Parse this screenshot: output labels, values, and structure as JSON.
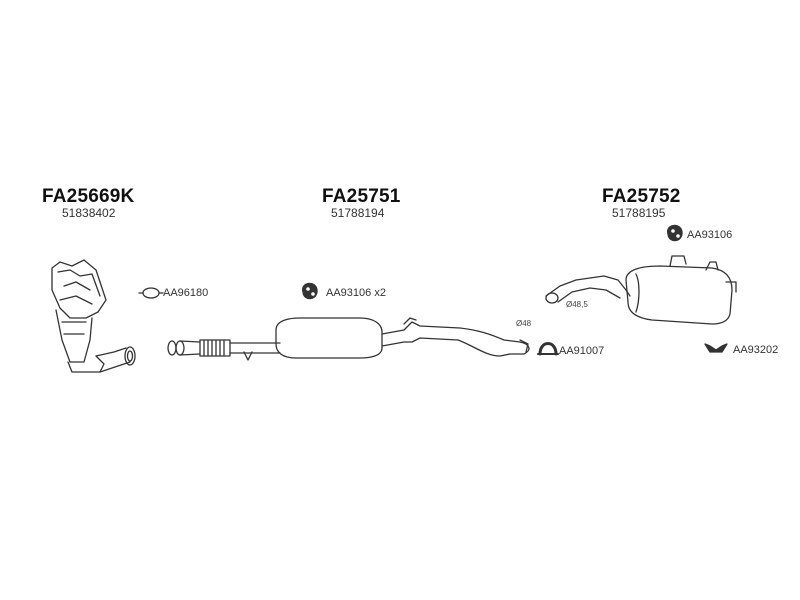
{
  "groups": [
    {
      "code": "FA25669K",
      "oe": "51838402"
    },
    {
      "code": "FA25751",
      "oe": "51788194"
    },
    {
      "code": "FA25752",
      "oe": "51788195"
    }
  ],
  "accessories": {
    "clamp_front": "AA96180",
    "hanger_mid": "AA93106 x2",
    "hanger_rear": "AA93106",
    "clamp_rear": "AA91007",
    "bracket_rear": "AA93202"
  },
  "dimensions": {
    "mid_pipe_dia": "Ø48",
    "rear_pipe_dia": "Ø48,5"
  }
}
